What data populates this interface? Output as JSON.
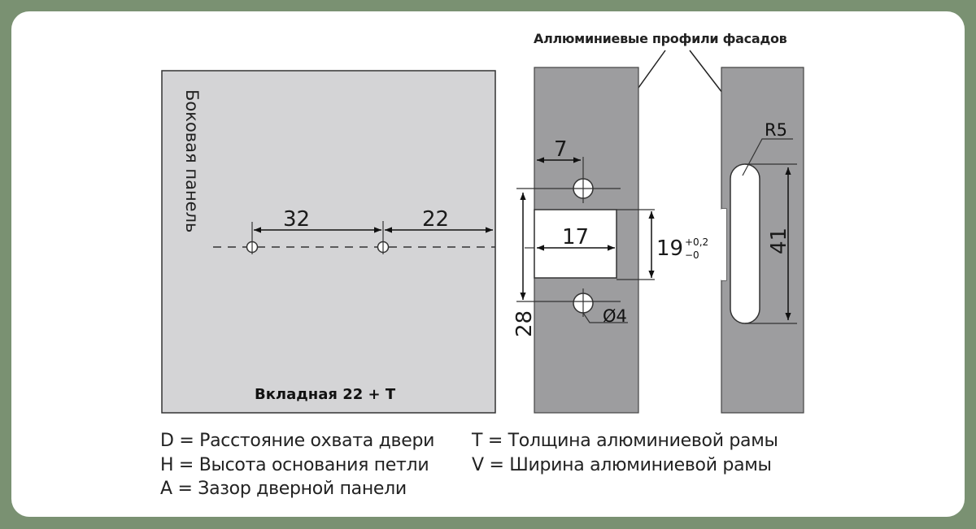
{
  "title_label": "Аллюминиевые профили фасадов",
  "side_panel_label": "Боковая панель",
  "panel_caption": "Вкладная 22 + T",
  "dimensions": {
    "d32": "32",
    "d22": "22",
    "d7": "7",
    "d17": "17",
    "d19": "19",
    "d19_tol_plus": "+0,2",
    "d19_tol_minus": "−0",
    "d28": "28",
    "d4": "Ø4",
    "d41": "41",
    "r5": "R5"
  },
  "legend": [
    "D = Расстояние охвата двери",
    "H = Высота основания петли",
    "A =  Зазор дверной панели",
    "T = Толщина алюминиевой рамы",
    "V = Ширина алюминиевой рамы"
  ],
  "colors": {
    "background": "#7a9172",
    "panel": "#d4d4d6",
    "profile": "#9d9d9f"
  }
}
